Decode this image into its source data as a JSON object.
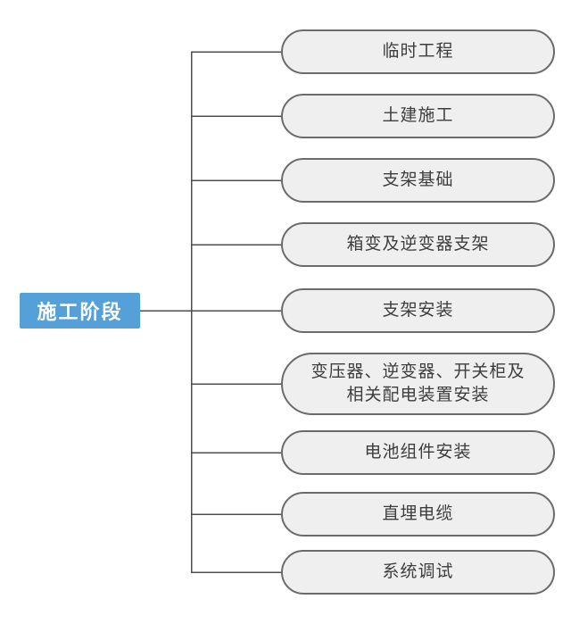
{
  "diagram": {
    "root": {
      "label": "施工阶段"
    },
    "nodes": [
      {
        "label": "临时工程"
      },
      {
        "label": "土建施工"
      },
      {
        "label": "支架基础"
      },
      {
        "label": "箱变及逆变器支架"
      },
      {
        "label": "支架安装"
      },
      {
        "label": "变压器、逆变器、开关柜及\n相关配电装置安装"
      },
      {
        "label": "电池组件安装"
      },
      {
        "label": "直埋电缆"
      },
      {
        "label": "系统调试"
      }
    ],
    "colors": {
      "background": "#ffffff",
      "root_fill": "#55a0d8",
      "root_text": "#ffffff",
      "node_fill": "#efefef",
      "node_border": "#6b6b6b",
      "node_text": "#3d3d3d",
      "connector": "#4d4d4d"
    }
  }
}
